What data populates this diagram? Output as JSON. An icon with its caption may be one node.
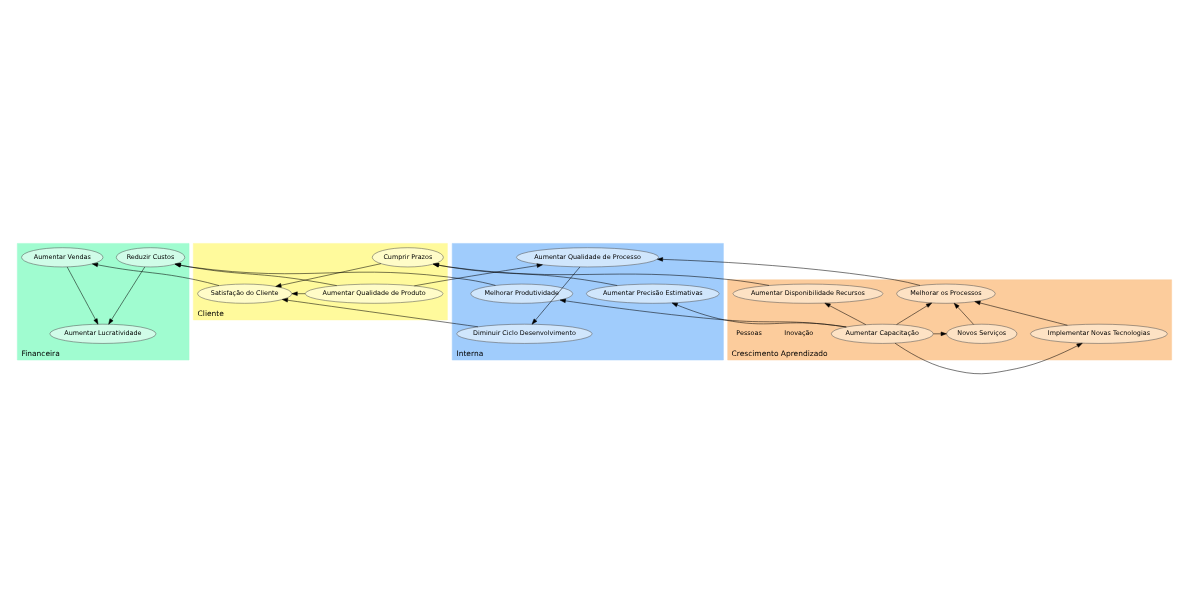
{
  "diagram": {
    "nodes": [
      {
        "text": [
          "Financeira"
        ]
      },
      {
        "text": [
          "Reduzir Custos"
        ],
        "in": 0
      },
      {
        "text": [
          "Aumentar Lucratividade"
        ],
        "in": 0
      },
      {
        "text": [
          "Aumentar Vendas"
        ],
        "in": 0
      },
      {
        "text": [
          "Cliente"
        ]
      },
      {
        "text": [
          "Cumprir Prazos"
        ],
        "in": 4
      },
      {
        "text": [
          "Satisfação do Cliente"
        ],
        "in": 4
      },
      {
        "text": [
          "Aumentar Qualidade de Produto"
        ],
        "in": 4
      },
      {
        "text": [
          "Interna"
        ]
      },
      {
        "text": [
          "Melhorar Produtividade"
        ],
        "in": 8
      },
      {
        "text": [
          "Aumentar Precisão Estimativas"
        ],
        "in": 8
      },
      {
        "text": [
          "Diminuir Ciclo Desenvolvimento"
        ],
        "in": 8
      },
      {
        "text": [
          "Aumentar Qualidade de Processo"
        ],
        "in": 8
      },
      {
        "text": [
          "Crescimento Aprendizado"
        ]
      },
      {
        "text": [
          "Implementar Novas Tecnologias"
        ],
        "in": 13
      },
      {
        "text": [
          "Melhorar os Processos"
        ],
        "in": 13
      },
      {
        "text": [
          "Novos Serviços"
        ],
        "in": 13
      },
      {
        "text": [
          "Aumentar Disponibilidade Recursos"
        ],
        "in": 13
      },
      {
        "text": [
          "Aumentar Capacitação"
        ],
        "in": 13
      }
    ],
    "edges": [
      {
        "from": 1,
        "to": 2,
        "arrow": "to"
      },
      {
        "from": 3,
        "to": 2,
        "arrow": "to"
      },
      {
        "from": 7,
        "to": 1,
        "arrow": "to"
      },
      {
        "from": 6,
        "to": 3,
        "arrow": "to"
      },
      {
        "from": 5,
        "to": 6,
        "arrow": "to"
      },
      {
        "from": 7,
        "to": 6,
        "arrow": "to"
      },
      {
        "from": 9,
        "to": 1,
        "arrow": "to"
      },
      {
        "from": 10,
        "to": 5,
        "arrow": "to"
      },
      {
        "from": 11,
        "to": 6,
        "arrow": "to"
      },
      {
        "from": 7,
        "to": 12,
        "arrow": "to"
      },
      {
        "from": 12,
        "to": 11,
        "arrow": "to"
      },
      {
        "from": 17,
        "to": 5,
        "arrow": "to"
      },
      {
        "from": 18,
        "to": 17,
        "arrow": "to"
      },
      {
        "from": 18,
        "to": 9,
        "arrow": "to"
      },
      {
        "from": 18,
        "to": 10,
        "arrow": "to"
      },
      {
        "from": 18,
        "to": 14,
        "arrow": "to"
      },
      {
        "from": 18,
        "to": 15,
        "arrow": "to"
      },
      {
        "from": 18,
        "to": 16,
        "arrow": "to"
      },
      {
        "from": 14,
        "to": 15,
        "arrow": "to"
      },
      {
        "from": 16,
        "to": 15,
        "arrow": "to"
      },
      {
        "from": 15,
        "to": 12,
        "arrow": "to"
      }
    ],
    "labels": [
      "Inovação",
      "Pessoas"
    ]
  }
}
